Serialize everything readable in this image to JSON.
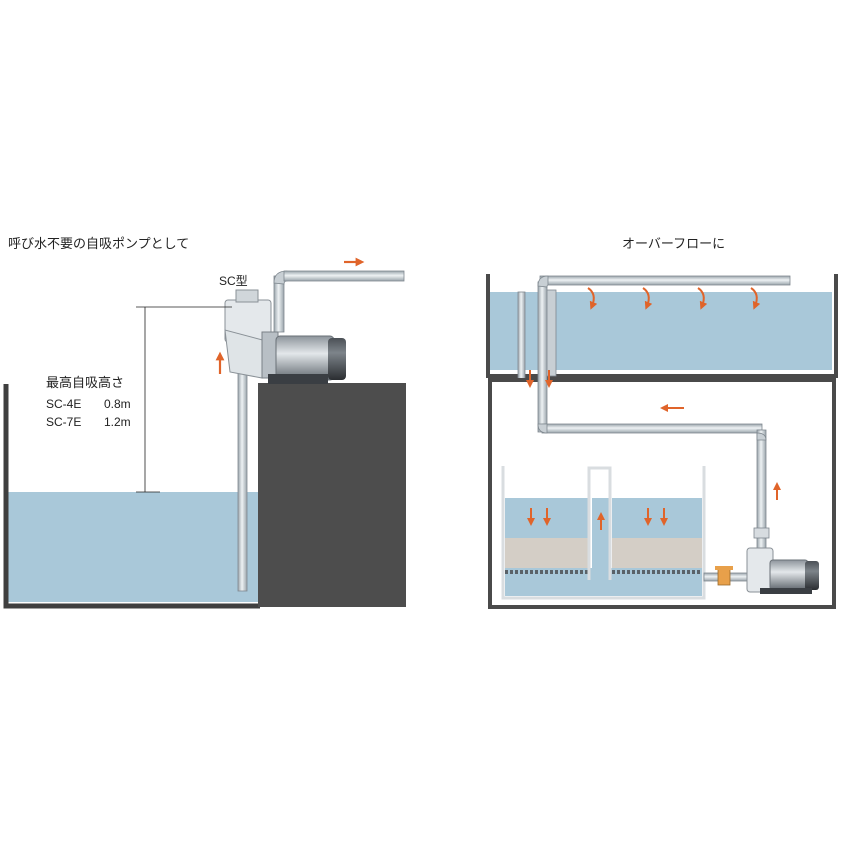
{
  "left_panel": {
    "title": "呼び水不要の自吸ポンプとして",
    "pump_label": "SC型",
    "height_title": "最高自吸高さ",
    "specs": [
      {
        "model": "SC-4E",
        "height": "0.8m"
      },
      {
        "model": "SC-7E",
        "height": "1.2m"
      }
    ]
  },
  "right_panel": {
    "title": "オーバーフローに"
  },
  "colors": {
    "water": "#a9c8d9",
    "tank_wall": "#4a4a4a",
    "pipe": "#c8cfd4",
    "arrow": "#e0642a",
    "media": "#d4cec6",
    "pump_body": "#5a5f66"
  },
  "icons": [
    "flow-arrow-icon",
    "pump-icon",
    "valve-icon"
  ]
}
